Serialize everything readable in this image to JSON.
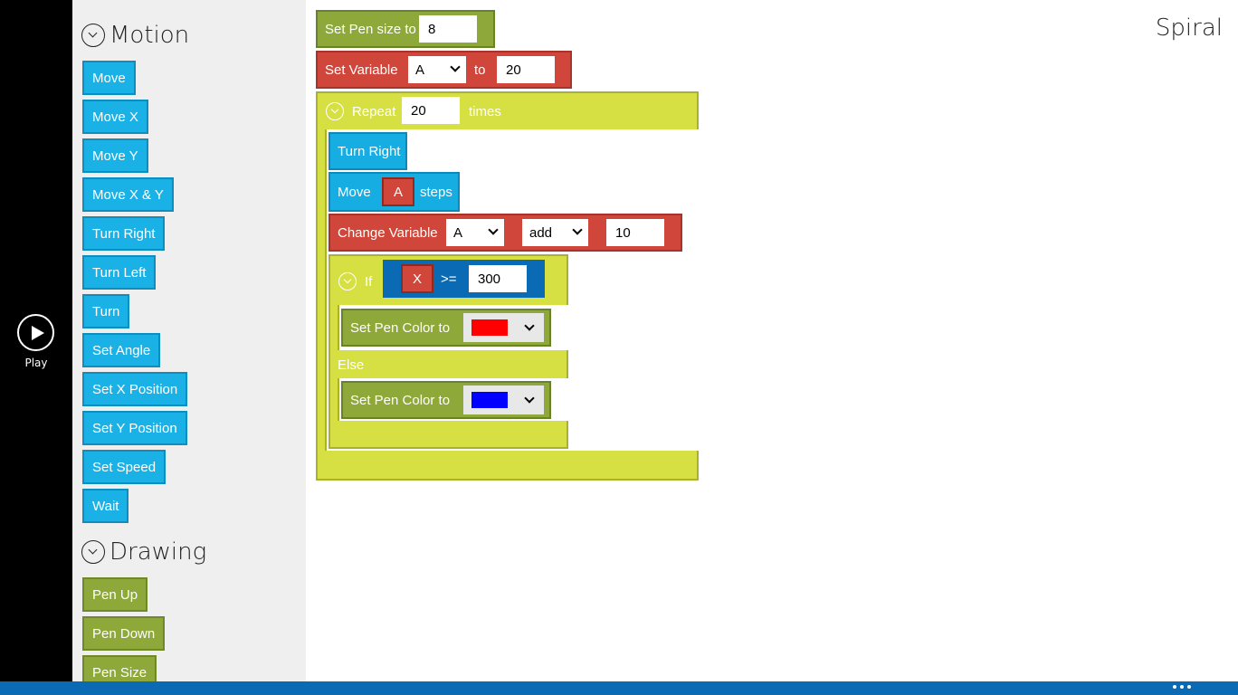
{
  "app": {
    "play_label": "Play",
    "project_title": "Spiral"
  },
  "palette": {
    "motion": {
      "title": "Motion",
      "items": [
        "Move",
        "Move X",
        "Move Y",
        "Move X & Y",
        "Turn Right",
        "Turn Left",
        "Turn",
        "Set Angle",
        "Set X Position",
        "Set Y Position",
        "Set Speed",
        "Wait"
      ]
    },
    "drawing": {
      "title": "Drawing",
      "items": [
        "Pen Up",
        "Pen Down",
        "Pen Size"
      ]
    }
  },
  "script": {
    "pen_size": {
      "label": "Set Pen size to",
      "value": "8"
    },
    "set_var": {
      "label": "Set Variable",
      "var": "A",
      "to_label": "to",
      "value": "20"
    },
    "repeat": {
      "label": "Repeat",
      "count": "20",
      "times_label": "times"
    },
    "turn_right": {
      "label": "Turn Right"
    },
    "move": {
      "label": "Move",
      "var": "A",
      "steps_label": "steps"
    },
    "change_var": {
      "label": "Change Variable",
      "var": "A",
      "op": "add",
      "value": "10"
    },
    "if_block": {
      "label": "If",
      "var": "X",
      "operator": ">=",
      "value": "300",
      "else_label": "Else"
    },
    "pen_color_1": {
      "label": "Set Pen Color to",
      "color": "#ff0000"
    },
    "pen_color_2": {
      "label": "Set Pen Color to",
      "color": "#0000ff"
    }
  },
  "colors": {
    "motion_blue": "#1ab2e6",
    "drawing_green": "#8ea83a",
    "variable_red": "#d0463a",
    "control_lime": "#d6e042",
    "condition_blue": "#0a6ab3",
    "appbar": "#0a6ab3"
  },
  "icons": {
    "play": "play-circle-icon",
    "collapse": "chevron-down-circle-icon",
    "more": "ellipsis-icon"
  }
}
